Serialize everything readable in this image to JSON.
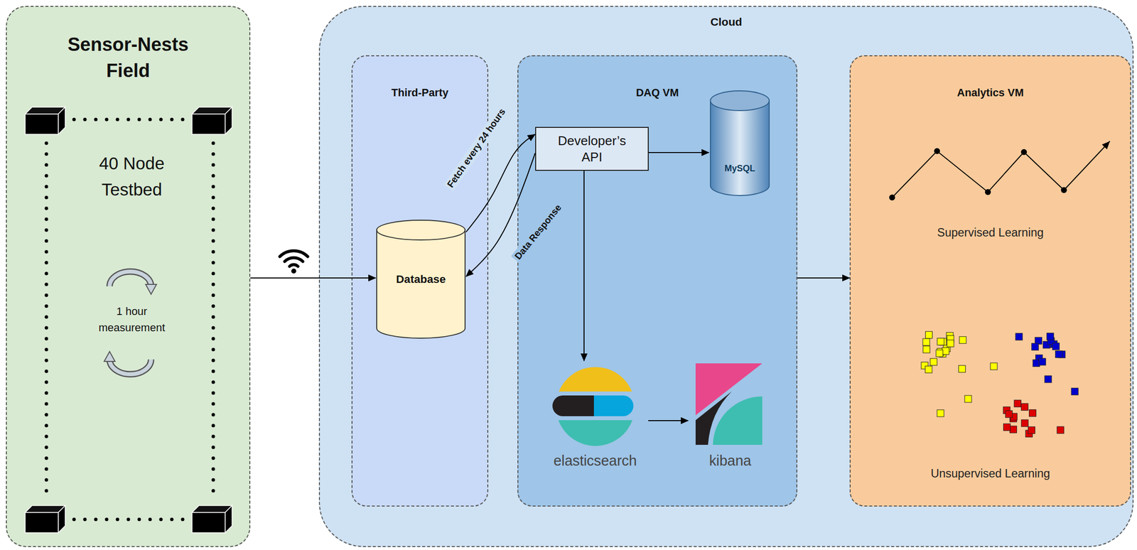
{
  "diagram": {
    "nodes": [
      {
        "text": [
          "Sensor-Nests Field"
        ]
      },
      {
        "text": [
          "40 Node Testbed",
          "1 hour measurement"
        ],
        "in": 0
      },
      {
        "text": [
          "Cloud"
        ]
      },
      {
        "text": [
          "Third-Party"
        ],
        "in": 2
      },
      {
        "text": [
          "Database"
        ],
        "in": 3
      },
      {
        "text": [
          "DAQ VM"
        ],
        "in": 2
      },
      {
        "text": [
          "Developer’s API"
        ],
        "in": 5
      },
      {
        "text": [
          "MySQL"
        ],
        "in": 5
      },
      {
        "text": [
          "elasticsearch"
        ],
        "in": 5
      },
      {
        "text": [
          "kibana"
        ],
        "in": 5
      },
      {
        "text": [
          "Analytics VM",
          "Supervised Learning",
          "Unsupervised Learning"
        ],
        "in": 2
      }
    ],
    "edges": [
      {
        "from": 0,
        "to": 4,
        "arrow": "to"
      },
      {
        "from": 4,
        "to": 6,
        "label": "Fetch every 24 hours",
        "arrow": "to"
      },
      {
        "from": 6,
        "to": 4,
        "label": "Data Response",
        "arrow": "to"
      },
      {
        "from": 6,
        "to": 7,
        "arrow": "to"
      },
      {
        "from": 6,
        "to": 8,
        "arrow": "to"
      },
      {
        "from": 8,
        "to": 9,
        "arrow": "to"
      },
      {
        "from": 5,
        "to": 10,
        "arrow": "to"
      }
    ]
  }
}
